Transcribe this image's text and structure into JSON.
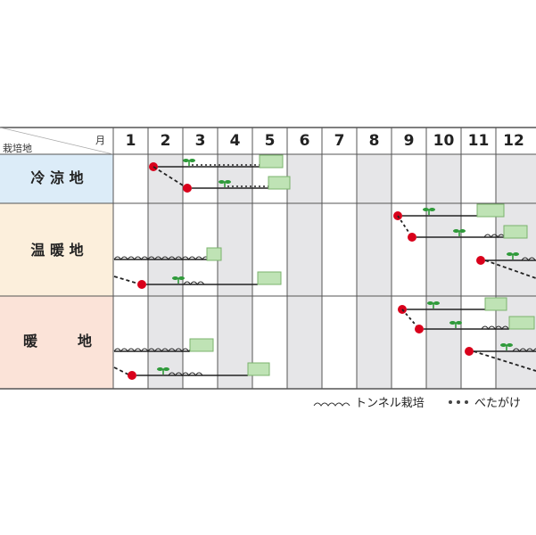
{
  "header": {
    "corner_top": "月",
    "corner_bottom": "栽培地",
    "months": [
      "1",
      "2",
      "3",
      "4",
      "5",
      "6",
      "7",
      "8",
      "9",
      "10",
      "11",
      "12"
    ]
  },
  "regions": [
    {
      "label": "冷 涼 地",
      "color": "#dcecf8"
    },
    {
      "label": "温 暖 地",
      "color": "#fcefdc"
    },
    {
      "label": "暖 地",
      "label_left": "暖",
      "label_right": "地",
      "color": "#fbe3d8"
    }
  ],
  "colors": {
    "shade": "#e6e6e8",
    "sow": "#d9001b",
    "harvest_fill": "#bfe3b5",
    "harvest_border": "#7bb36d",
    "seedling": "#2f9a3a",
    "grid": "#555555"
  },
  "legend": {
    "tunnel": "トンネル栽培",
    "betagake": "べたがけ"
  }
}
